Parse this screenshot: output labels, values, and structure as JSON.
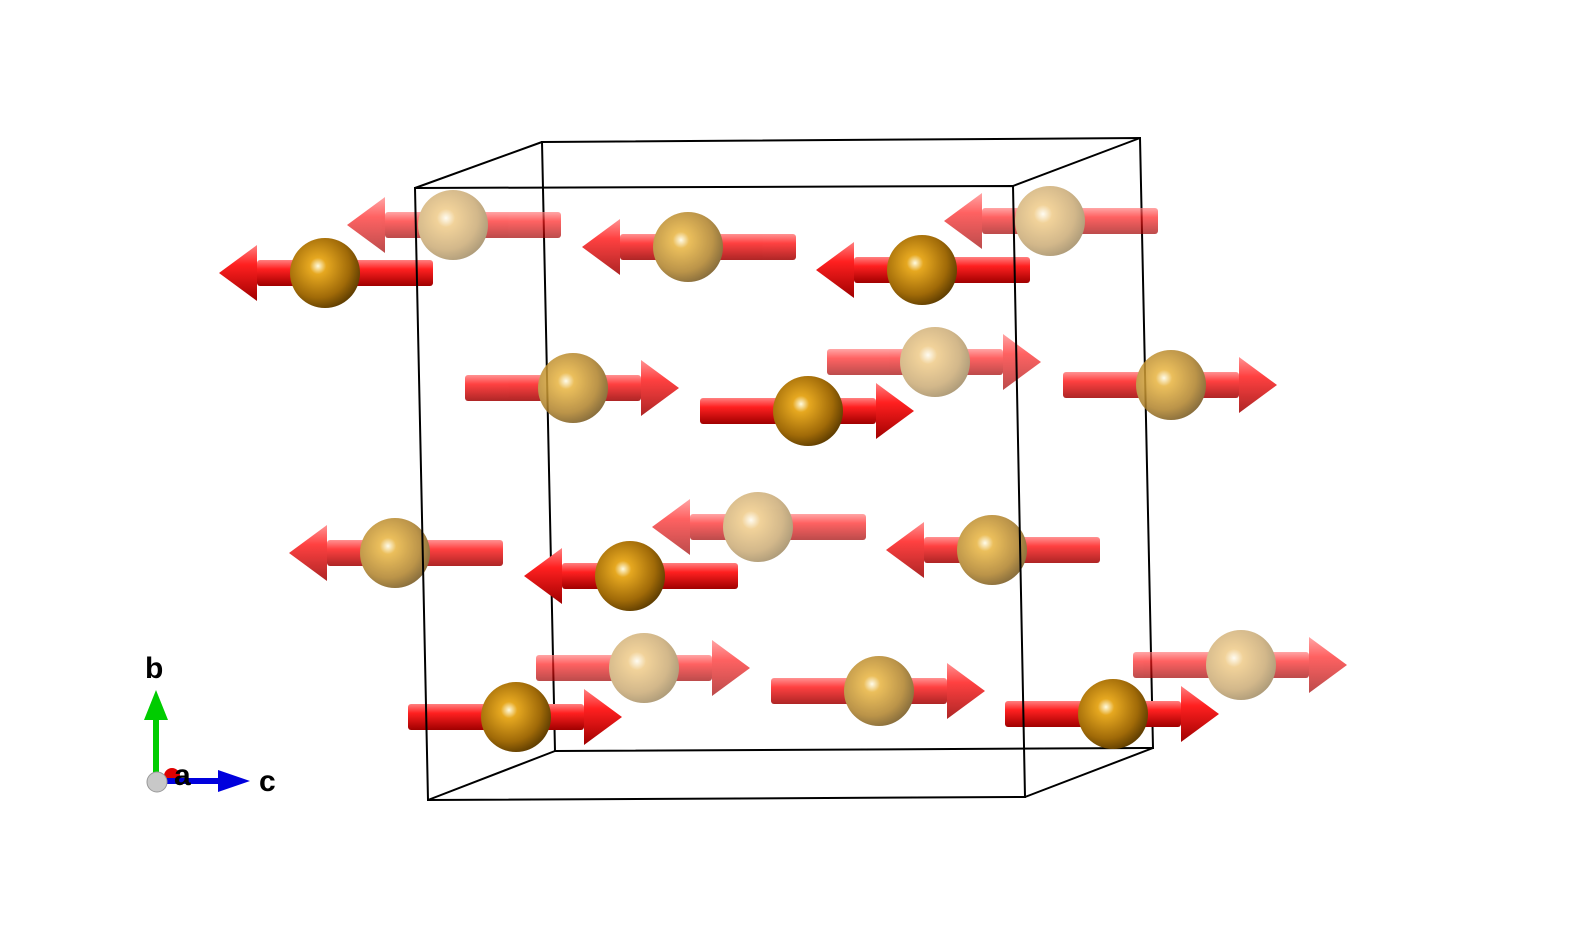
{
  "axes": {
    "a_label": "a",
    "b_label": "b",
    "c_label": "c"
  },
  "colors": {
    "atom": "#b07a10",
    "spin": "#e00000",
    "cell": "#000000",
    "axis_a": "#ff0000",
    "axis_b": "#00cc00",
    "axis_c": "#0000dd"
  },
  "spins": {
    "back": [
      "left",
      "left",
      "right",
      "left",
      "right",
      "right"
    ],
    "middle": [
      "left",
      "right",
      "right",
      "left",
      "left",
      "right"
    ],
    "front": [
      "left",
      "left",
      "right",
      "left",
      "right",
      "right"
    ]
  }
}
